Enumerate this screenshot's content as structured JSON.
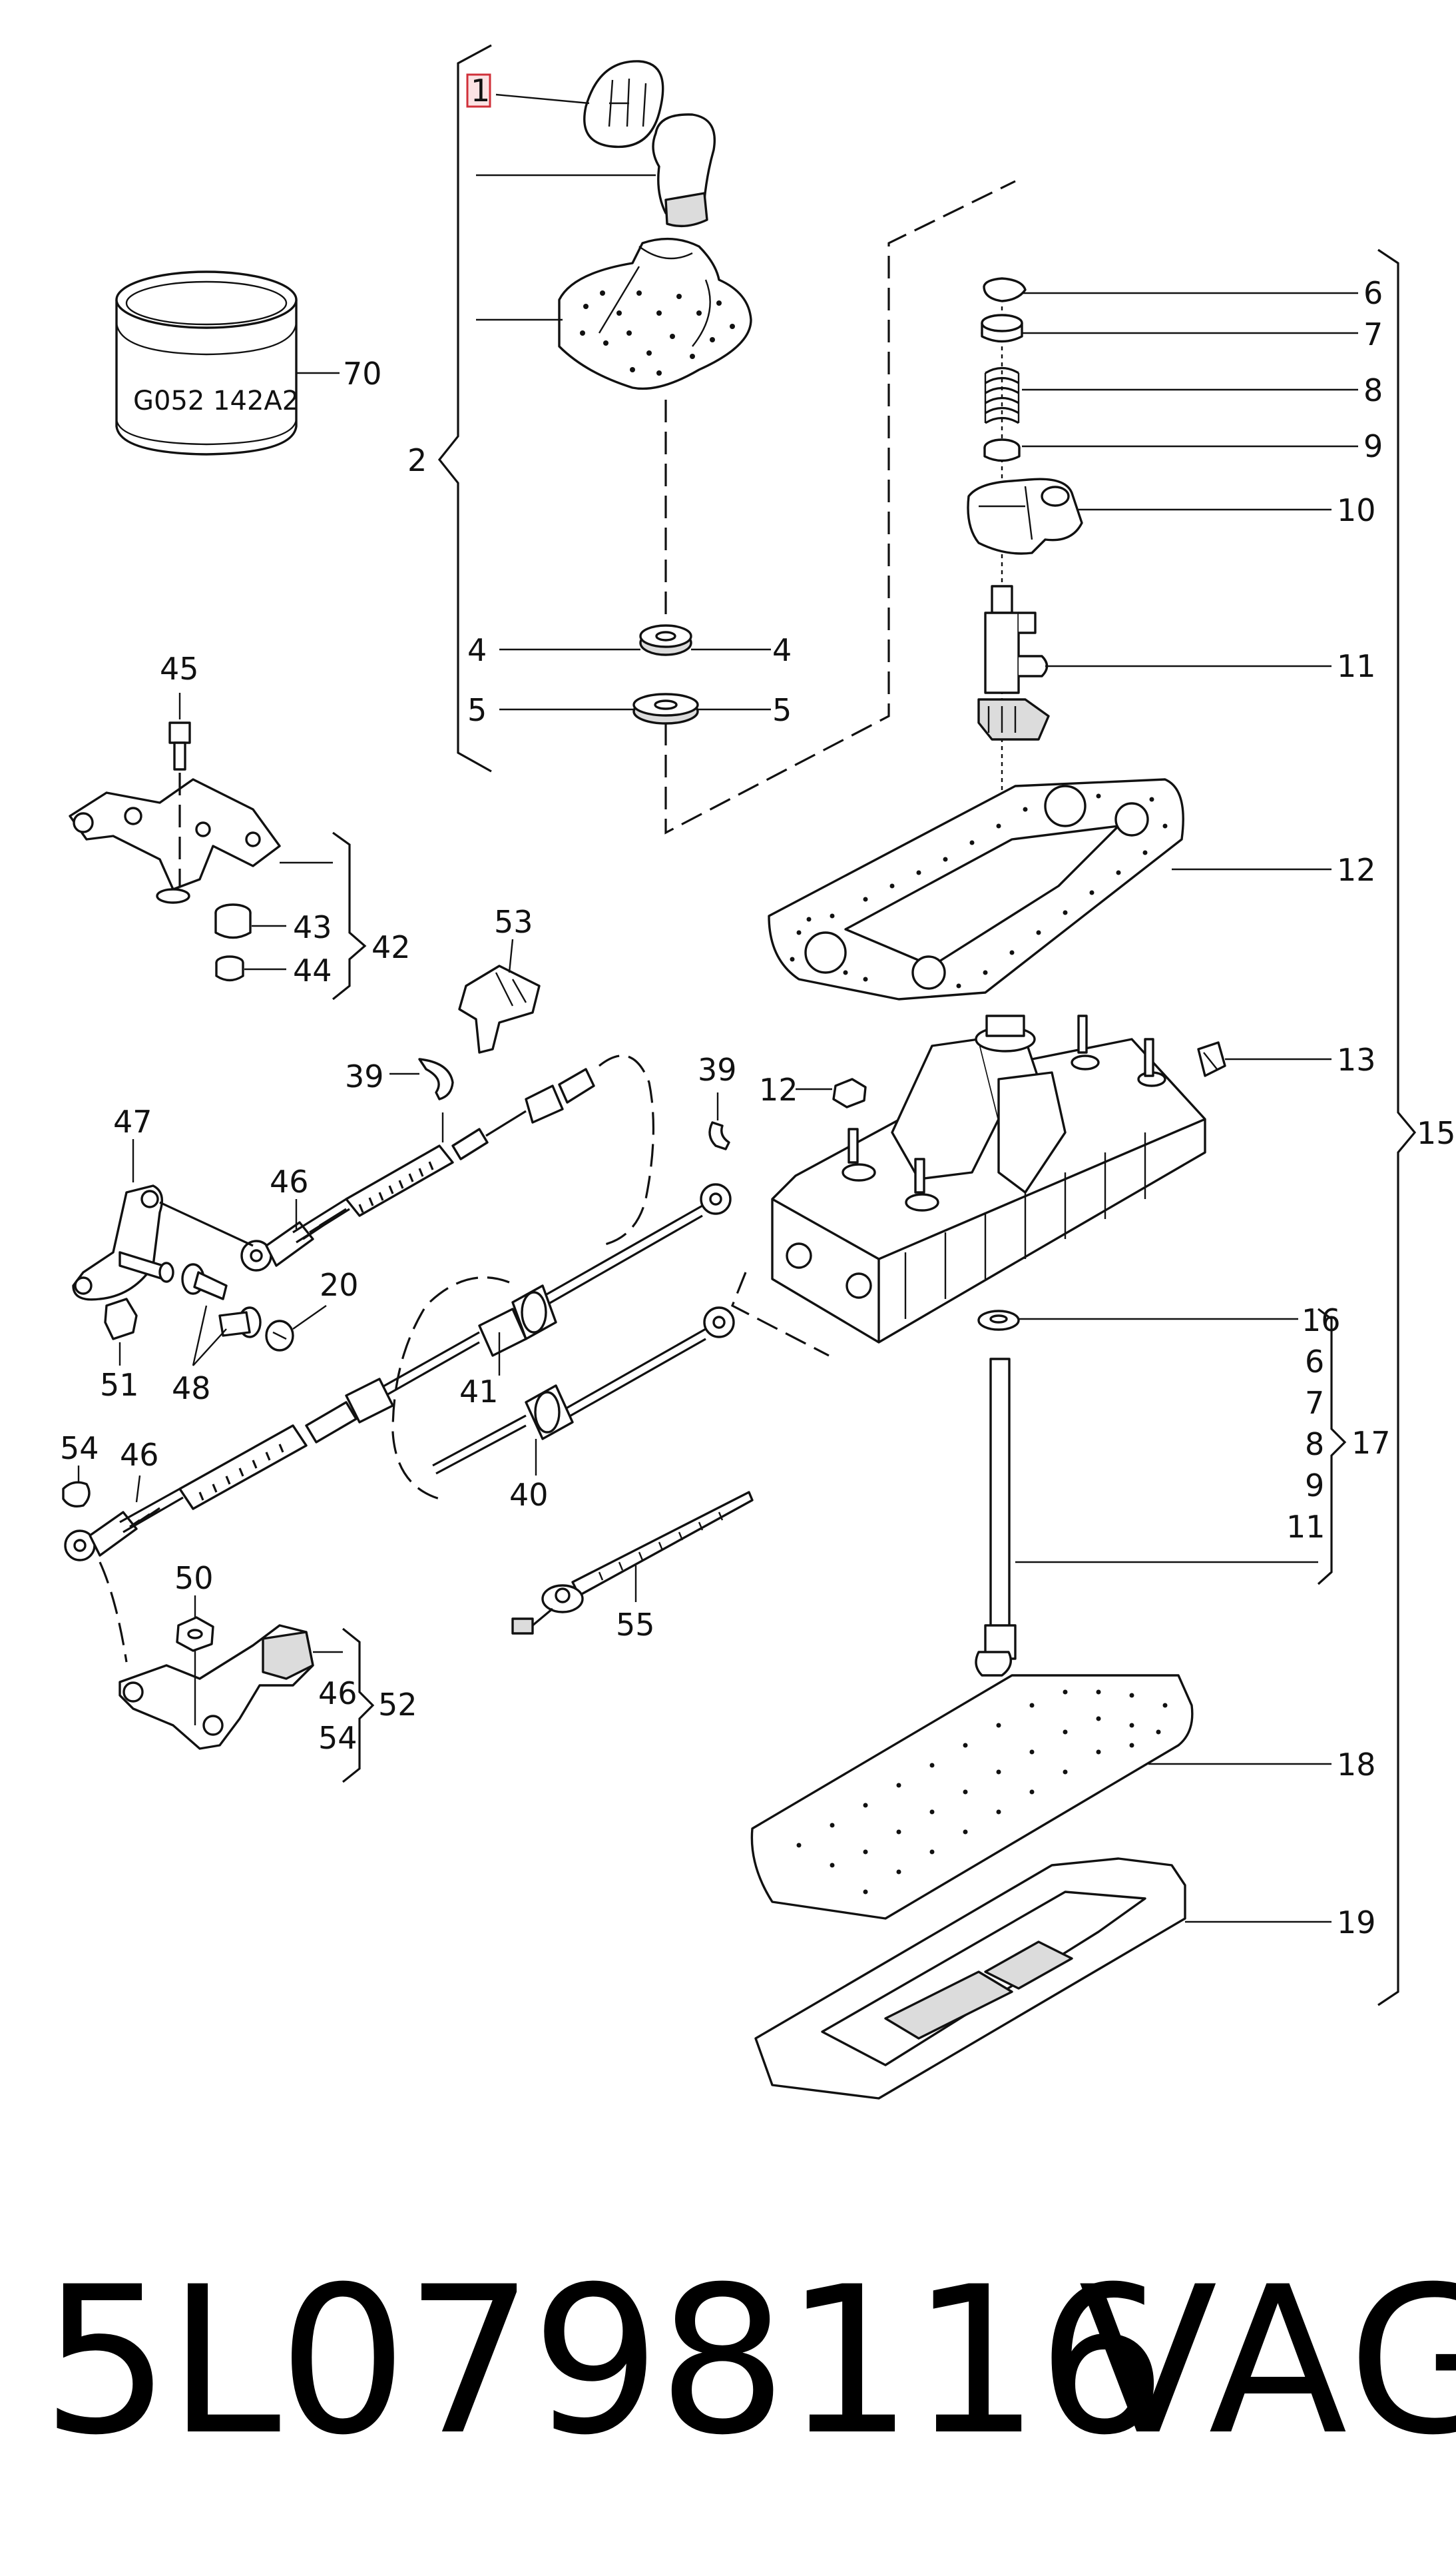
{
  "diagram": {
    "callouts": [
      {
        "id": "c1",
        "text": "1",
        "highlighted": true
      },
      {
        "id": "c2",
        "text": "2"
      },
      {
        "id": "c4a",
        "text": "4"
      },
      {
        "id": "c4b",
        "text": "4"
      },
      {
        "id": "c5a",
        "text": "5"
      },
      {
        "id": "c5b",
        "text": "5"
      },
      {
        "id": "c6",
        "text": "6"
      },
      {
        "id": "c7",
        "text": "7"
      },
      {
        "id": "c8",
        "text": "8"
      },
      {
        "id": "c9",
        "text": "9"
      },
      {
        "id": "c10",
        "text": "10"
      },
      {
        "id": "c11",
        "text": "11"
      },
      {
        "id": "c12",
        "text": "12"
      },
      {
        "id": "c12b",
        "text": "12"
      },
      {
        "id": "c13",
        "text": "13"
      },
      {
        "id": "c15",
        "text": "15"
      },
      {
        "id": "c16",
        "text": "16"
      },
      {
        "id": "c17g6",
        "text": "6"
      },
      {
        "id": "c17g7",
        "text": "7"
      },
      {
        "id": "c17g8",
        "text": "8"
      },
      {
        "id": "c17g9",
        "text": "9"
      },
      {
        "id": "c17g11",
        "text": "11"
      },
      {
        "id": "c17",
        "text": "17"
      },
      {
        "id": "c18",
        "text": "18"
      },
      {
        "id": "c19",
        "text": "19"
      },
      {
        "id": "c20",
        "text": "20"
      },
      {
        "id": "c39a",
        "text": "39"
      },
      {
        "id": "c39b",
        "text": "39"
      },
      {
        "id": "c40",
        "text": "40"
      },
      {
        "id": "c41",
        "text": "41"
      },
      {
        "id": "c42",
        "text": "42"
      },
      {
        "id": "c43",
        "text": "43"
      },
      {
        "id": "c44",
        "text": "44"
      },
      {
        "id": "c45",
        "text": "45"
      },
      {
        "id": "c46a",
        "text": "46"
      },
      {
        "id": "c46b",
        "text": "46"
      },
      {
        "id": "c46c",
        "text": "46"
      },
      {
        "id": "c47",
        "text": "47"
      },
      {
        "id": "c48",
        "text": "48"
      },
      {
        "id": "c50",
        "text": "50"
      },
      {
        "id": "c51",
        "text": "51"
      },
      {
        "id": "c52",
        "text": "52"
      },
      {
        "id": "c53",
        "text": "53"
      },
      {
        "id": "c54a",
        "text": "54"
      },
      {
        "id": "c54b",
        "text": "54"
      },
      {
        "id": "c55",
        "text": "55"
      },
      {
        "id": "c70",
        "text": "70"
      }
    ],
    "sleeve_marking": "G052 142A2"
  },
  "footer": {
    "part_number": "5L0798116",
    "brand": "VAG"
  }
}
